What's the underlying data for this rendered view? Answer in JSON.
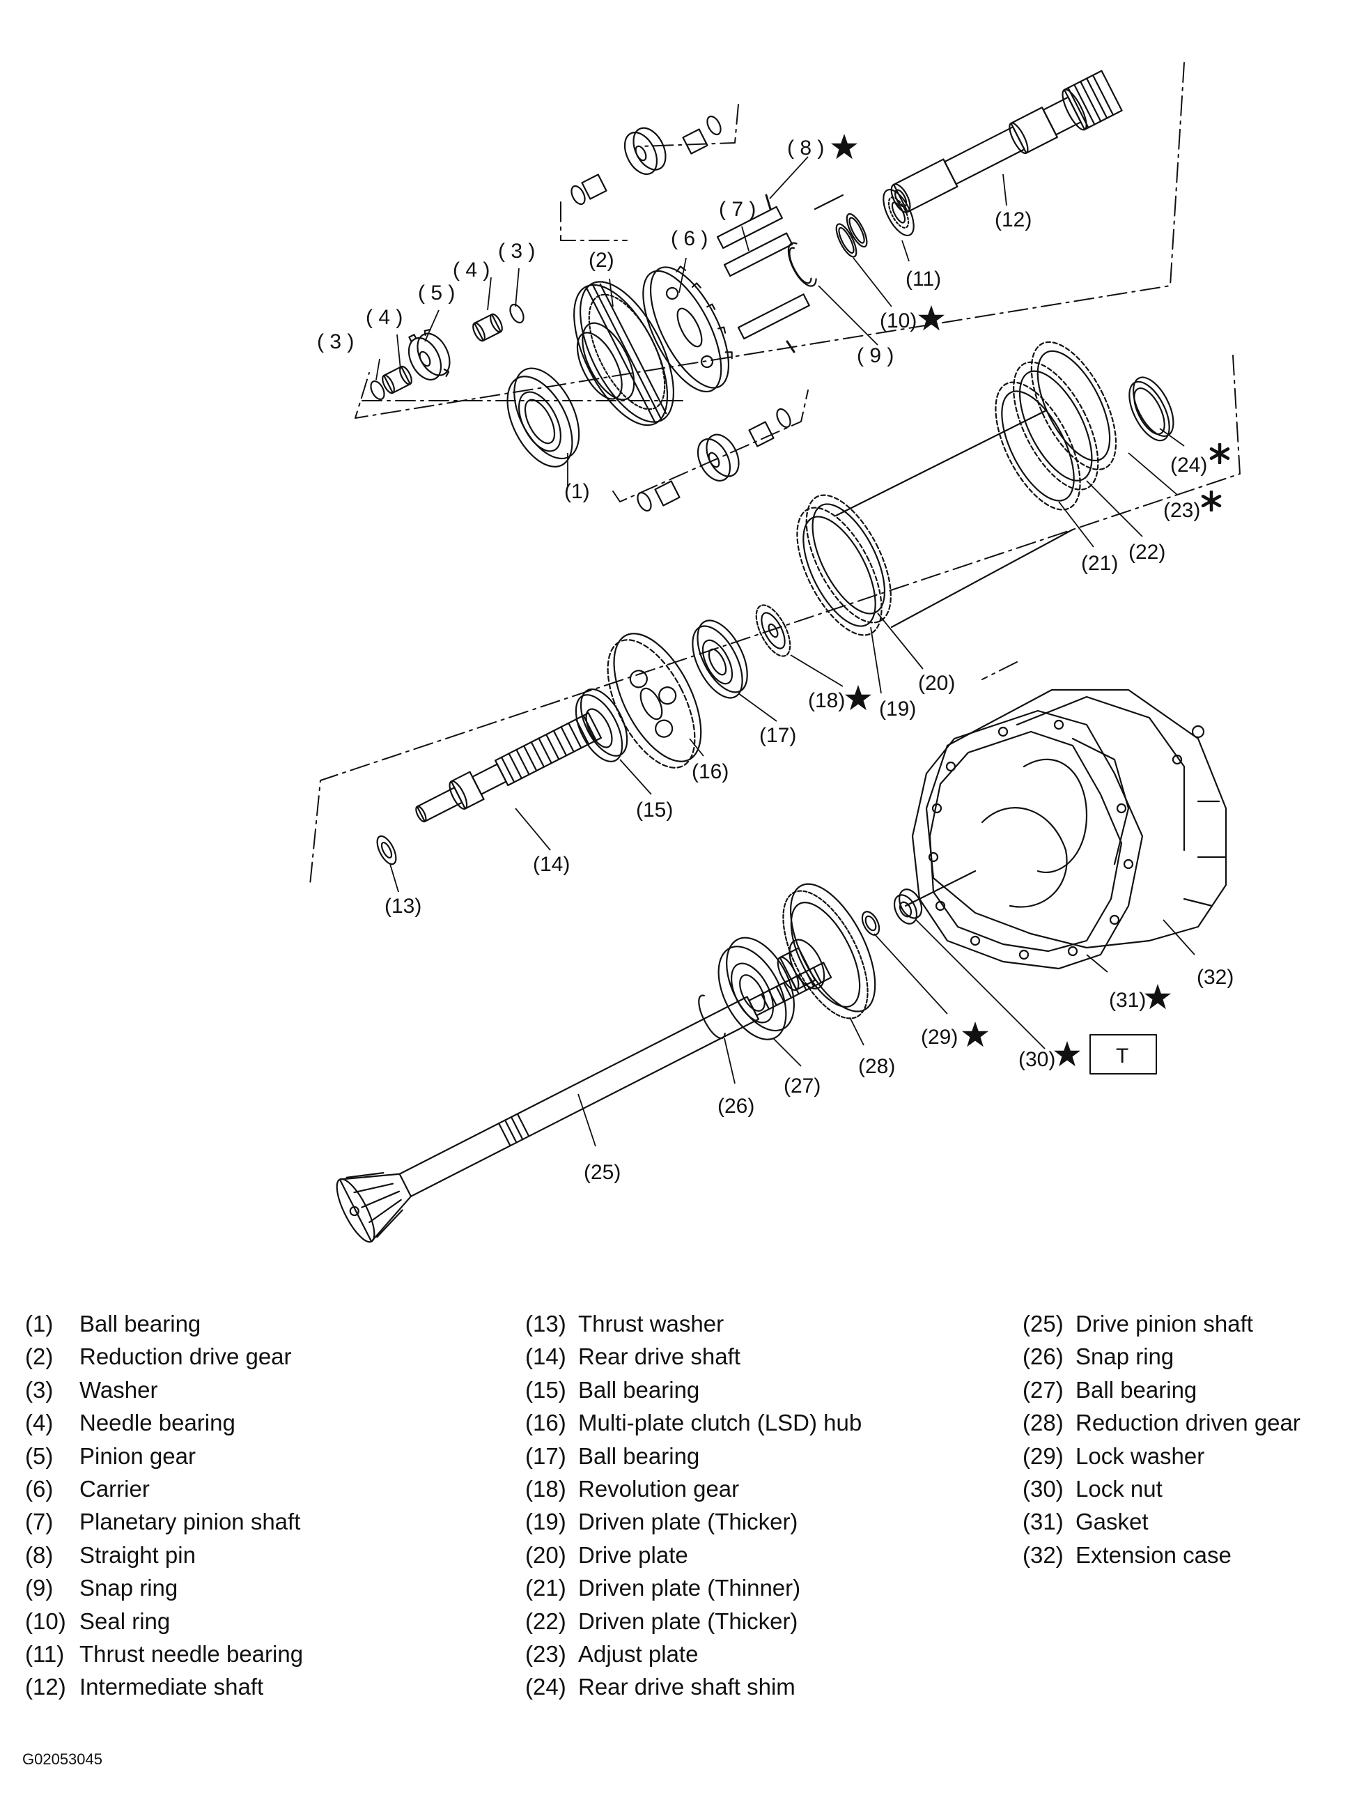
{
  "figure_code": "G02053045",
  "callouts": [
    {
      "label": "(1)"
    },
    {
      "label": "(2)"
    },
    {
      "label": "( 3 )"
    },
    {
      "label": "( 3 )"
    },
    {
      "label": "( 4 )"
    },
    {
      "label": "( 4 )"
    },
    {
      "label": "( 5 )"
    },
    {
      "label": "( 6 )"
    },
    {
      "label": "( 7 )"
    },
    {
      "label": "( 8 )"
    },
    {
      "label": "( 9 )"
    },
    {
      "label": "(10)"
    },
    {
      "label": "(11)"
    },
    {
      "label": "(12)"
    },
    {
      "label": "(13)"
    },
    {
      "label": "(14)"
    },
    {
      "label": "(15)"
    },
    {
      "label": "(16)"
    },
    {
      "label": "(17)"
    },
    {
      "label": "(18)"
    },
    {
      "label": "(19)"
    },
    {
      "label": "(20)"
    },
    {
      "label": "(21)"
    },
    {
      "label": "(22)"
    },
    {
      "label": "(23)"
    },
    {
      "label": "(24)"
    },
    {
      "label": "(25)"
    },
    {
      "label": "(26)"
    },
    {
      "label": "(27)"
    },
    {
      "label": "(28)"
    },
    {
      "label": "(29)"
    },
    {
      "label": "(30)"
    },
    {
      "label": "(31)"
    },
    {
      "label": "(32)"
    }
  ],
  "torque_box_label": "T",
  "legend": {
    "col1": [
      {
        "num": "(1)",
        "name": "Ball bearing"
      },
      {
        "num": "(2)",
        "name": "Reduction drive gear"
      },
      {
        "num": "(3)",
        "name": "Washer"
      },
      {
        "num": "(4)",
        "name": "Needle bearing"
      },
      {
        "num": "(5)",
        "name": "Pinion gear"
      },
      {
        "num": "(6)",
        "name": "Carrier"
      },
      {
        "num": "(7)",
        "name": "Planetary pinion shaft"
      },
      {
        "num": "(8)",
        "name": "Straight pin"
      },
      {
        "num": "(9)",
        "name": "Snap ring"
      },
      {
        "num": "(10)",
        "name": "Seal ring"
      },
      {
        "num": "(11)",
        "name": "Thrust needle bearing"
      },
      {
        "num": "(12)",
        "name": "Intermediate shaft"
      }
    ],
    "col2": [
      {
        "num": "(13)",
        "name": "Thrust washer"
      },
      {
        "num": "(14)",
        "name": "Rear drive shaft"
      },
      {
        "num": "(15)",
        "name": "Ball bearing"
      },
      {
        "num": "(16)",
        "name": "Multi-plate clutch (LSD) hub"
      },
      {
        "num": "(17)",
        "name": "Ball bearing"
      },
      {
        "num": "(18)",
        "name": "Revolution gear"
      },
      {
        "num": "(19)",
        "name": "Driven plate (Thicker)"
      },
      {
        "num": "(20)",
        "name": "Drive plate"
      },
      {
        "num": "(21)",
        "name": "Driven plate (Thinner)"
      },
      {
        "num": "(22)",
        "name": "Driven plate (Thicker)"
      },
      {
        "num": "(23)",
        "name": "Adjust plate"
      },
      {
        "num": "(24)",
        "name": "Rear drive shaft shim"
      }
    ],
    "col3": [
      {
        "num": "(25)",
        "name": "Drive pinion shaft"
      },
      {
        "num": "(26)",
        "name": "Snap ring"
      },
      {
        "num": "(27)",
        "name": "Ball bearing"
      },
      {
        "num": "(28)",
        "name": "Reduction driven gear"
      },
      {
        "num": "(29)",
        "name": "Lock washer"
      },
      {
        "num": "(30)",
        "name": "Lock nut"
      },
      {
        "num": "(31)",
        "name": "Gasket"
      },
      {
        "num": "(32)",
        "name": "Extension case"
      }
    ]
  }
}
